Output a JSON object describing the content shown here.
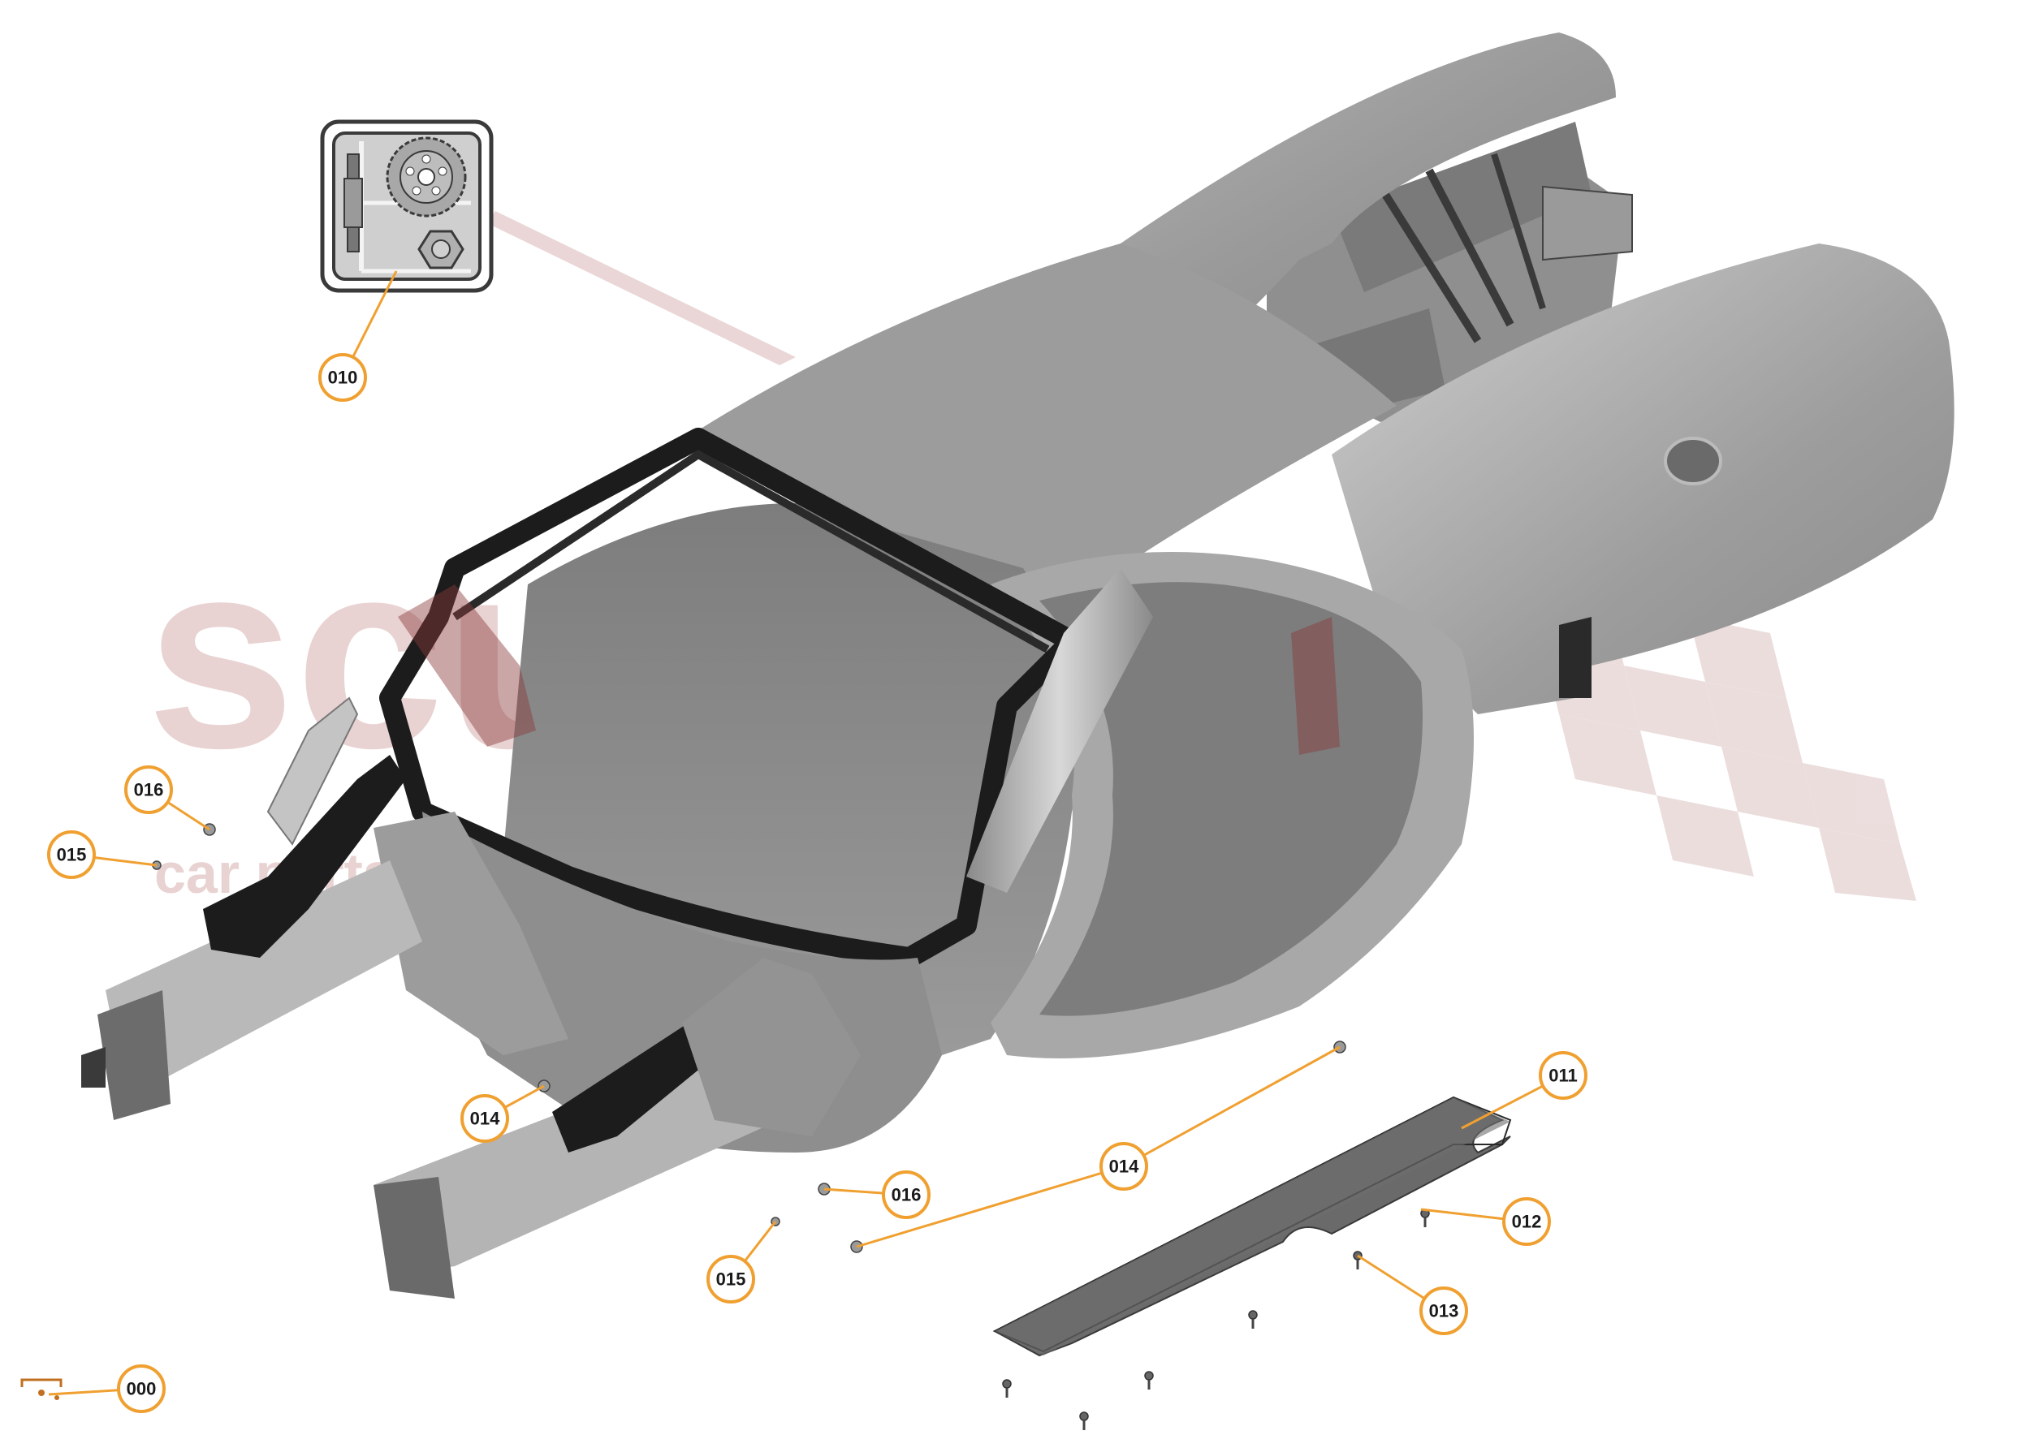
{
  "watermark": {
    "text": "scuderia",
    "subtext": "car parts",
    "color": "#e9d2d2"
  },
  "callouts": [
    {
      "id": "c010",
      "label": "010"
    },
    {
      "id": "c016a",
      "label": "016"
    },
    {
      "id": "c015a",
      "label": "015"
    },
    {
      "id": "c014a",
      "label": "014"
    },
    {
      "id": "c014b",
      "label": "014"
    },
    {
      "id": "c016b",
      "label": "016"
    },
    {
      "id": "c015b",
      "label": "015"
    },
    {
      "id": "c011",
      "label": "011"
    },
    {
      "id": "c012",
      "label": "012"
    },
    {
      "id": "c013",
      "label": "013"
    },
    {
      "id": "c000",
      "label": "000"
    }
  ],
  "icons": {
    "kit_icon": "spark-plug-gear-nut-kit-icon"
  },
  "colors": {
    "callout_stroke": "#f0a030",
    "body_main": "#8c8c8c",
    "body_light": "#b8b8b8",
    "body_dark": "#555555",
    "frame_black": "#1c1c1c"
  }
}
